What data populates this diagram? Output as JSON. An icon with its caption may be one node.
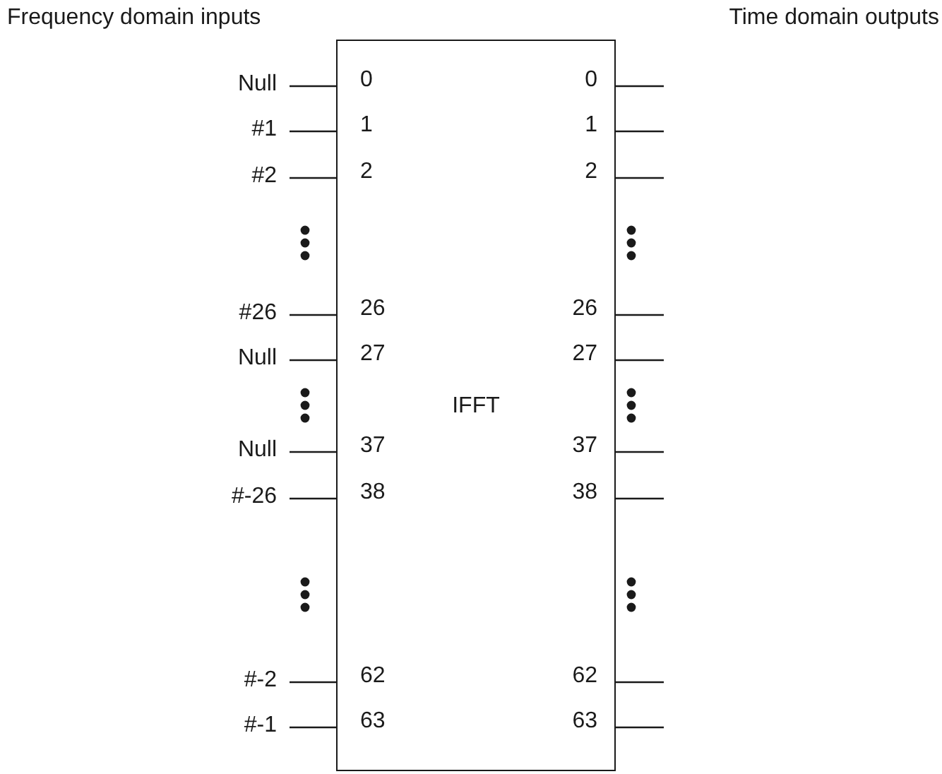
{
  "diagram": {
    "nodes": [
      {
        "text": [
          "IFFT"
        ]
      },
      {
        "text": [
          "Null"
        ]
      },
      {
        "text": [
          "#1"
        ]
      },
      {
        "text": [
          "#2"
        ]
      },
      {
        "text": [
          "#26"
        ]
      },
      {
        "text": [
          "Null"
        ]
      },
      {
        "text": [
          "Null"
        ]
      },
      {
        "text": [
          "#-26"
        ]
      },
      {
        "text": [
          "#-2"
        ]
      },
      {
        "text": [
          "#-1"
        ]
      }
    ],
    "edges": [
      {
        "from": 1,
        "to": 0,
        "arrow": "none"
      },
      {
        "from": 2,
        "to": 0,
        "arrow": "none"
      },
      {
        "from": 3,
        "to": 0,
        "arrow": "none"
      },
      {
        "from": 4,
        "to": 0,
        "arrow": "none"
      },
      {
        "from": 5,
        "to": 0,
        "arrow": "none"
      },
      {
        "from": 6,
        "to": 0,
        "arrow": "none"
      },
      {
        "from": 7,
        "to": 0,
        "arrow": "none"
      },
      {
        "from": 8,
        "to": 0,
        "arrow": "none"
      },
      {
        "from": 9,
        "to": 0,
        "arrow": "none"
      },
      {
        "from": 0,
        "to": null,
        "arrow": "none"
      },
      {
        "from": 0,
        "to": null,
        "arrow": "none"
      },
      {
        "from": 0,
        "to": null,
        "arrow": "none"
      },
      {
        "from": 0,
        "to": null,
        "arrow": "none"
      },
      {
        "from": 0,
        "to": null,
        "arrow": "none"
      },
      {
        "from": 0,
        "to": null,
        "arrow": "none"
      },
      {
        "from": 0,
        "to": null,
        "arrow": "none"
      },
      {
        "from": 0,
        "to": null,
        "arrow": "none"
      },
      {
        "from": 0,
        "to": null,
        "arrow": "none"
      }
    ],
    "labels": [
      "Frequency domain inputs",
      "Time domain outputs",
      "0",
      "0",
      "1",
      "1",
      "2",
      "2",
      "26",
      "26",
      "27",
      "27",
      "37",
      "37",
      "38",
      "38",
      "62",
      "62",
      "63",
      "63"
    ]
  }
}
